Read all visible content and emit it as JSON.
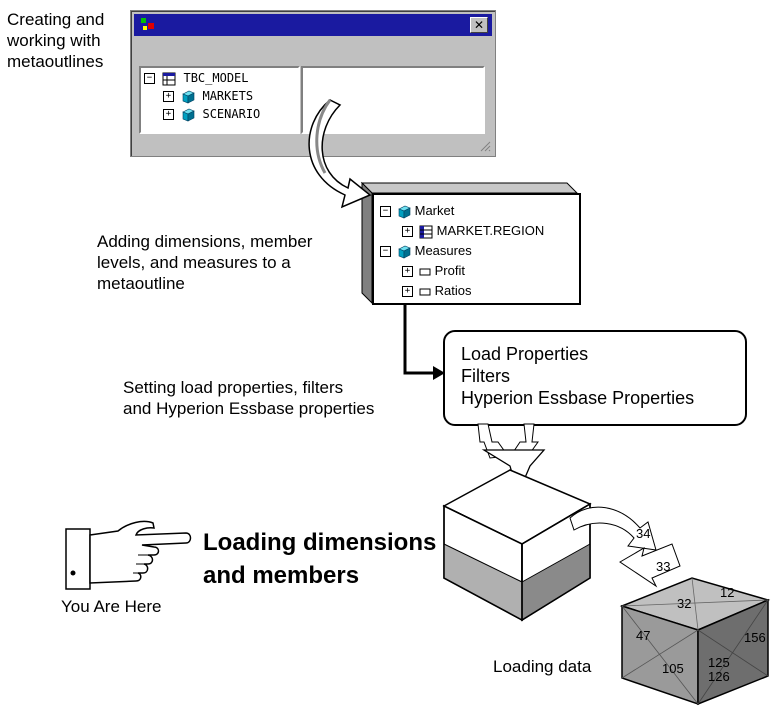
{
  "captions": {
    "step1": "Creating and\nworking with\nmetaoutlines",
    "step2": "Adding dimensions, member\nlevels, and measures to a\nmetaoutline",
    "step3": "Setting load properties, filters\nand Hyperion Essbase properties",
    "step4_line1": "Loading dimensions",
    "step4_line2": "and members",
    "you_are_here": "You Are Here",
    "loading_data": "Loading data"
  },
  "window1": {
    "close_glyph": "✕",
    "tree": [
      {
        "label": "TBC_MODEL",
        "expander": "⊟",
        "icon": "table-icon"
      },
      {
        "label": "MARKETS",
        "expander": "⊞",
        "icon": "cube-icon"
      },
      {
        "label": "SCENARIO",
        "expander": "⊞",
        "icon": "cube-icon"
      }
    ]
  },
  "window2": {
    "tree": [
      {
        "label": "Market",
        "expander": "⊟",
        "icon": "cube-icon"
      },
      {
        "label": "MARKET.REGION",
        "expander": "⊞",
        "icon": "table-icon"
      },
      {
        "label": "Measures",
        "expander": "⊟",
        "icon": "cube-icon"
      },
      {
        "label": "Profit",
        "expander": "⊞",
        "icon": "member-icon"
      },
      {
        "label": "Ratios",
        "expander": "⊞",
        "icon": "member-icon"
      }
    ]
  },
  "properties": {
    "line1": "Load Properties",
    "line2": "Filters",
    "line3": "Hyperion Essbase Properties"
  },
  "data_values": {
    "arrow1": "34",
    "arrow2": "33",
    "cube_top_left": "32",
    "cube_top_right": "12",
    "cube_left_top": "47",
    "cube_left_bottom": "105",
    "cube_right_a": "125",
    "cube_right_b": "126",
    "cube_right_c": "156"
  },
  "colors": {
    "title_bar": "#1a1aa0",
    "window_bg": "#c0c0c0",
    "cube_cyan": "#00a0c0",
    "cube_dark_face": "#808080",
    "cube_light_face": "#b8b8b8"
  }
}
